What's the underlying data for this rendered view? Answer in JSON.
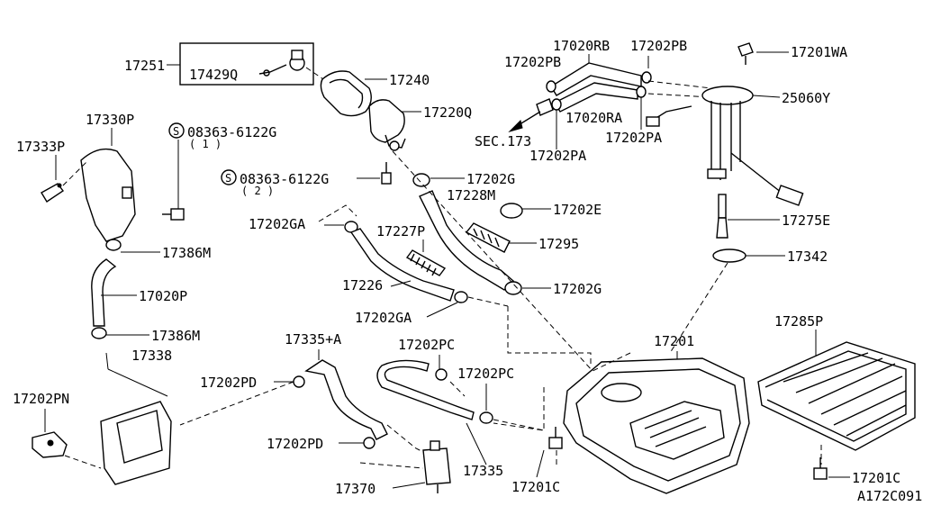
{
  "diagram_id": "A172C091",
  "callout_box": {
    "outer": "17251",
    "inner": "17429Q"
  },
  "labels": {
    "p17240": "17240",
    "p17220Q": "17220Q",
    "p17020RB": "17020RB",
    "p17202PB_a": "17202PB",
    "p17202PB_b": "17202PB",
    "p17201WA": "17201WA",
    "p25060Y": "25060Y",
    "p17020RA": "17020RA",
    "pSEC": "SEC.173",
    "p17202PA_a": "17202PA",
    "p17202PA_b": "17202PA",
    "p17330P": "17330P",
    "pS1_num": "08363-6122G",
    "pS1_qty": "( 1 )",
    "p17333P": "17333P",
    "pS2_num": "08363-6122G",
    "pS2_qty": "( 2 )",
    "p17202G_a": "17202G",
    "p17228M": "17228M",
    "p17202E": "17202E",
    "p17275E": "17275E",
    "p17202GA_a": "17202GA",
    "p17227P": "17227P",
    "p17295": "17295",
    "p17386M_a": "17386M",
    "p17342": "17342",
    "p17020P": "17020P",
    "p17226": "17226",
    "p17202G_b": "17202G",
    "p17202GA_b": "17202GA",
    "p17285P": "17285P",
    "p17386M_b": "17386M",
    "p17201": "17201",
    "p17335A": "17335+A",
    "p17202PC_a": "17202PC",
    "p17338": "17338",
    "p17202PD_a": "17202PD",
    "p17202PC_b": "17202PC",
    "p17202PN": "17202PN",
    "p17202PD_b": "17202PD",
    "p17335": "17335",
    "p17370": "17370",
    "p17201C_a": "17201C",
    "p17201C_b": "17201C",
    "screw_symbol": "S"
  }
}
